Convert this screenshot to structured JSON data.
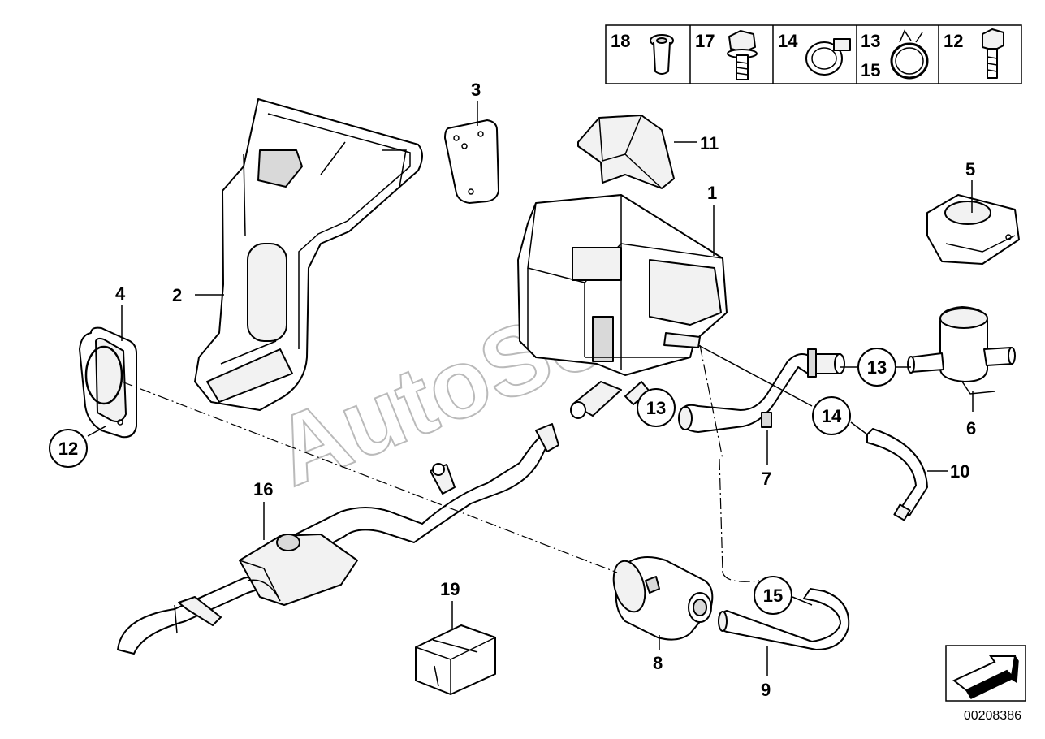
{
  "watermark": "AutoSoft",
  "doc_number": "00208386",
  "legend": {
    "cells": [
      {
        "label_1": "18",
        "label_2": "",
        "icon": "rivet-nut-icon"
      },
      {
        "label_1": "17",
        "label_2": "",
        "icon": "hex-collar-bolt-icon"
      },
      {
        "label_1": "14",
        "label_2": "",
        "icon": "hose-clamp-icon"
      },
      {
        "label_1": "13",
        "label_2": "15",
        "icon": "spring-clamp-icon"
      },
      {
        "label_1": "12",
        "label_2": "",
        "icon": "hex-bolt-icon"
      }
    ]
  },
  "callouts": {
    "c1": "1",
    "c2": "2",
    "c3": "3",
    "c4": "4",
    "c5": "5",
    "c6": "6",
    "c7": "7",
    "c8": "8",
    "c9": "9",
    "c10": "10",
    "c11": "11",
    "c12_circle": "12",
    "c13_circle_a": "13",
    "c13_circle_b": "13",
    "c14_circle": "14",
    "c15_circle": "15",
    "c16": "16",
    "c19": "19"
  },
  "icons": {
    "arrow_nav": "next-arrow-icon"
  }
}
